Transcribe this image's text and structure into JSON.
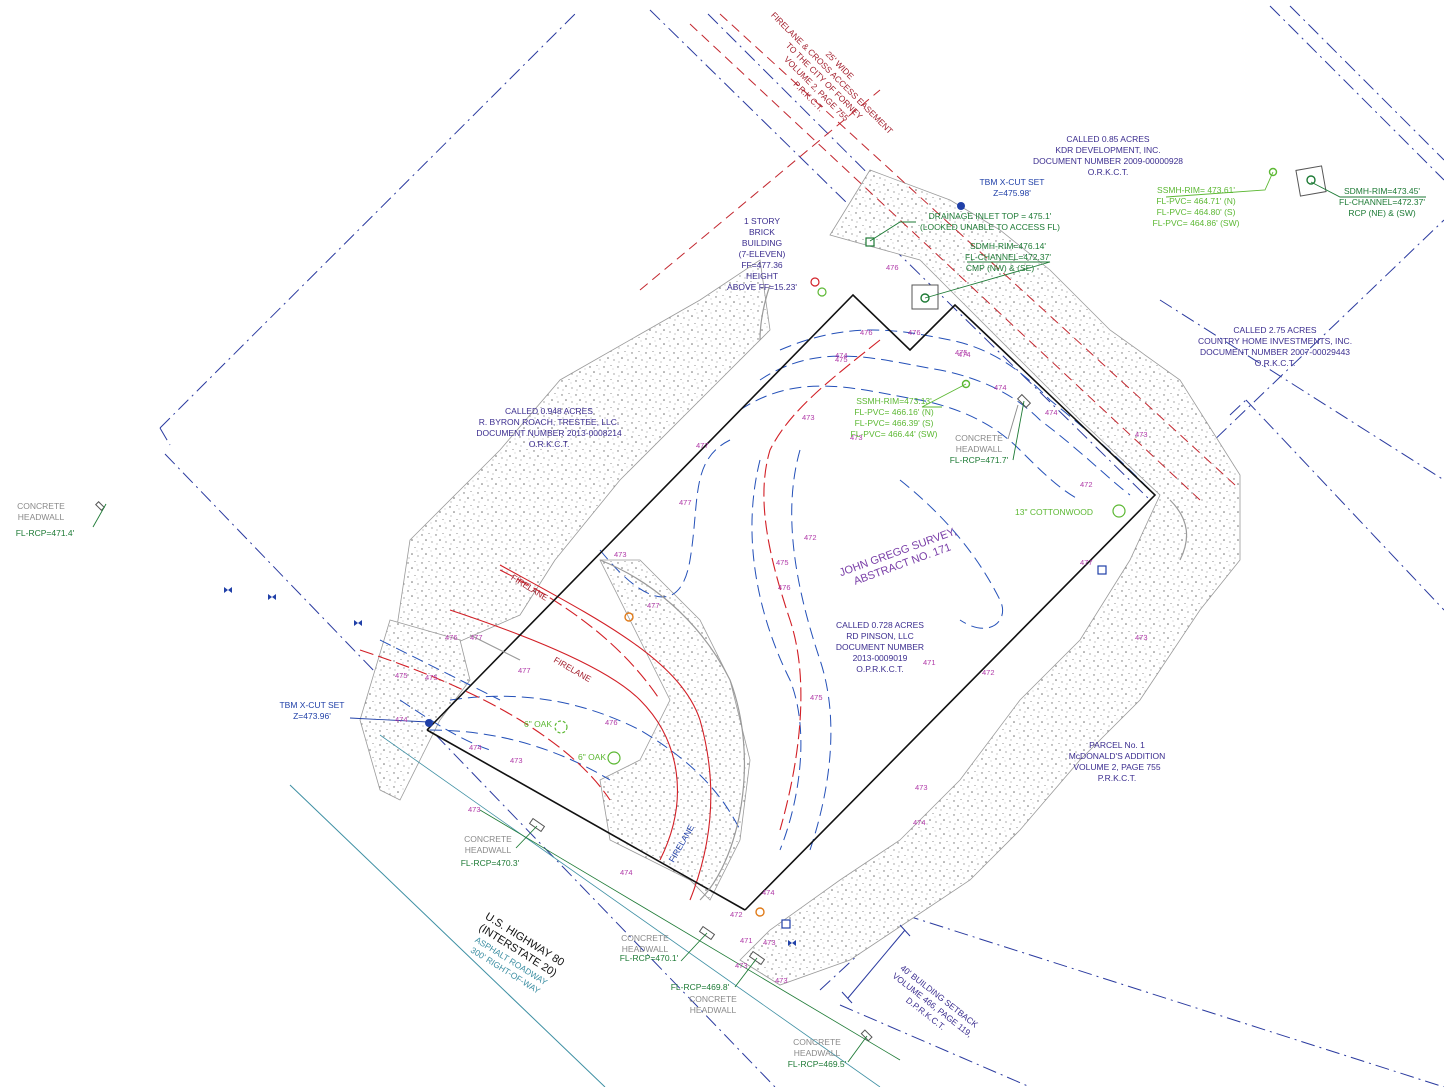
{
  "colors": {
    "boundary": "#111111",
    "row_line": "#2a3a9f",
    "contour_red": "#d21f26",
    "contour_blue": "#2450b8",
    "contour_label": "#b03aa8",
    "gravel": "#6d6d6d",
    "green": "#1d7a35",
    "lime": "#5cb833",
    "purple": "#3b2d8f",
    "teal": "#3d8fa3"
  },
  "labels": {
    "easement": [
      "25' WIDE",
      "FIRELANE & CROSS ACCESS EASEMENT",
      "TO THE CITY OF FORNEY",
      "VOLUME 2, PAGE 755",
      "P.R.K.C.T."
    ],
    "kdr": [
      "CALLED 0.85 ACRES",
      "KDR DEVELOPMENT, INC.",
      "DOCUMENT NUMBER 2009-00000928",
      "O.R.K.C.T."
    ],
    "tbm_top": [
      "TBM X-CUT SET",
      "Z=475.98'"
    ],
    "drainage_inlet": [
      "DRAINAGE INLET TOP = 475.1'",
      "(LOCKED UNABLE TO ACCESS FL)"
    ],
    "sdmh_center": [
      "SDMH-RIM=476.14'",
      "FL-CHANNEL=472.37'",
      "CMP (NW) & (SE)"
    ],
    "ssmh_top": [
      "SSMH-RIM= 473.61'",
      "FL-PVC= 464.71' (N)",
      "FL-PVC= 464.80' (S)",
      "FL-PVC= 464.86' (SW)"
    ],
    "sdmh_right": [
      "SDMH-RIM=473.45'",
      "FL-CHANNEL=472.37'",
      "RCP (NE) & (SW)"
    ],
    "building": [
      "1 STORY",
      "BRICK",
      "BUILDING",
      "(7-ELEVEN)",
      "FF=477.36",
      "HEIGHT",
      "ABOVE FF=15.23'"
    ],
    "country_home": [
      "CALLED 2.75 ACRES",
      "COUNTRY HOME INVESTMENTS, INC.",
      "DOCUMENT NUMBER 2007-00029443",
      "O.R.K.C.T."
    ],
    "roach": [
      "CALLED 0.948 ACRES",
      "R. BYRON ROACH, TRESTEE, LLC.",
      "DOCUMENT NUMBER 2013-0008214",
      "O.R.K.C.T."
    ],
    "ssmh_mid": [
      "SSMH-RIM=473.13'",
      "FL-PVC= 466.16' (N)",
      "FL-PVC= 466.39' (S)",
      "FL-PVC= 466.44' (SW)"
    ],
    "headwall_label": [
      "CONCRETE",
      "HEADWALL"
    ],
    "fl_rcp_471_7": "FL-RCP=471.7'",
    "fl_rcp_471_4": "FL-RCP=471.4'",
    "fl_rcp_470_3": "FL-RCP=470.3'",
    "fl_rcp_470_1": "FL-RCP=470.1'",
    "fl_rcp_469_8": "FL-RCP=469.8'",
    "fl_rcp_469_5": "FL-RCP=469.5'",
    "cottonwood": "13\" COTTONWOOD",
    "oak": "6\" OAK",
    "survey": [
      "JOHN GREGG SURVEY,",
      "ABSTRACT NO. 171"
    ],
    "pinson": [
      "CALLED 0.728 ACRES",
      "RD PINSON, LLC",
      "DOCUMENT NUMBER",
      "2013-0009019",
      "O.P.R.K.C.T."
    ],
    "parcel": [
      "PARCEL No. 1",
      "McDONALD'S ADDITION",
      "VOLUME 2, PAGE 755",
      "P.R.K.C.T."
    ],
    "tbm_left": [
      "TBM X-CUT SET",
      "Z=473.96'"
    ],
    "firelane": "FIRELANE",
    "highway": [
      "U.S. HIGHWAY 80",
      "(INTERSTATE 20)",
      "ASPHALT ROADWAY",
      "300' RIGHT-OF-WAY"
    ],
    "setback": [
      "40' BUILDING SETBACK",
      "VOLUME 466, PAGE 119,",
      "D.P.R.K.C.T."
    ]
  },
  "contour_labels": [
    "476",
    "476",
    "476",
    "475",
    "475",
    "474",
    "474",
    "473",
    "473",
    "472",
    "477",
    "477",
    "477",
    "476",
    "475",
    "474",
    "474",
    "473",
    "473",
    "472",
    "471",
    "474",
    "473",
    "473",
    "475",
    "476",
    "476",
    "475",
    "475",
    "474",
    "474",
    "473",
    "472",
    "477",
    "477",
    "477",
    "473",
    "472",
    "471",
    "473",
    "474",
    "474",
    "473",
    "473"
  ]
}
